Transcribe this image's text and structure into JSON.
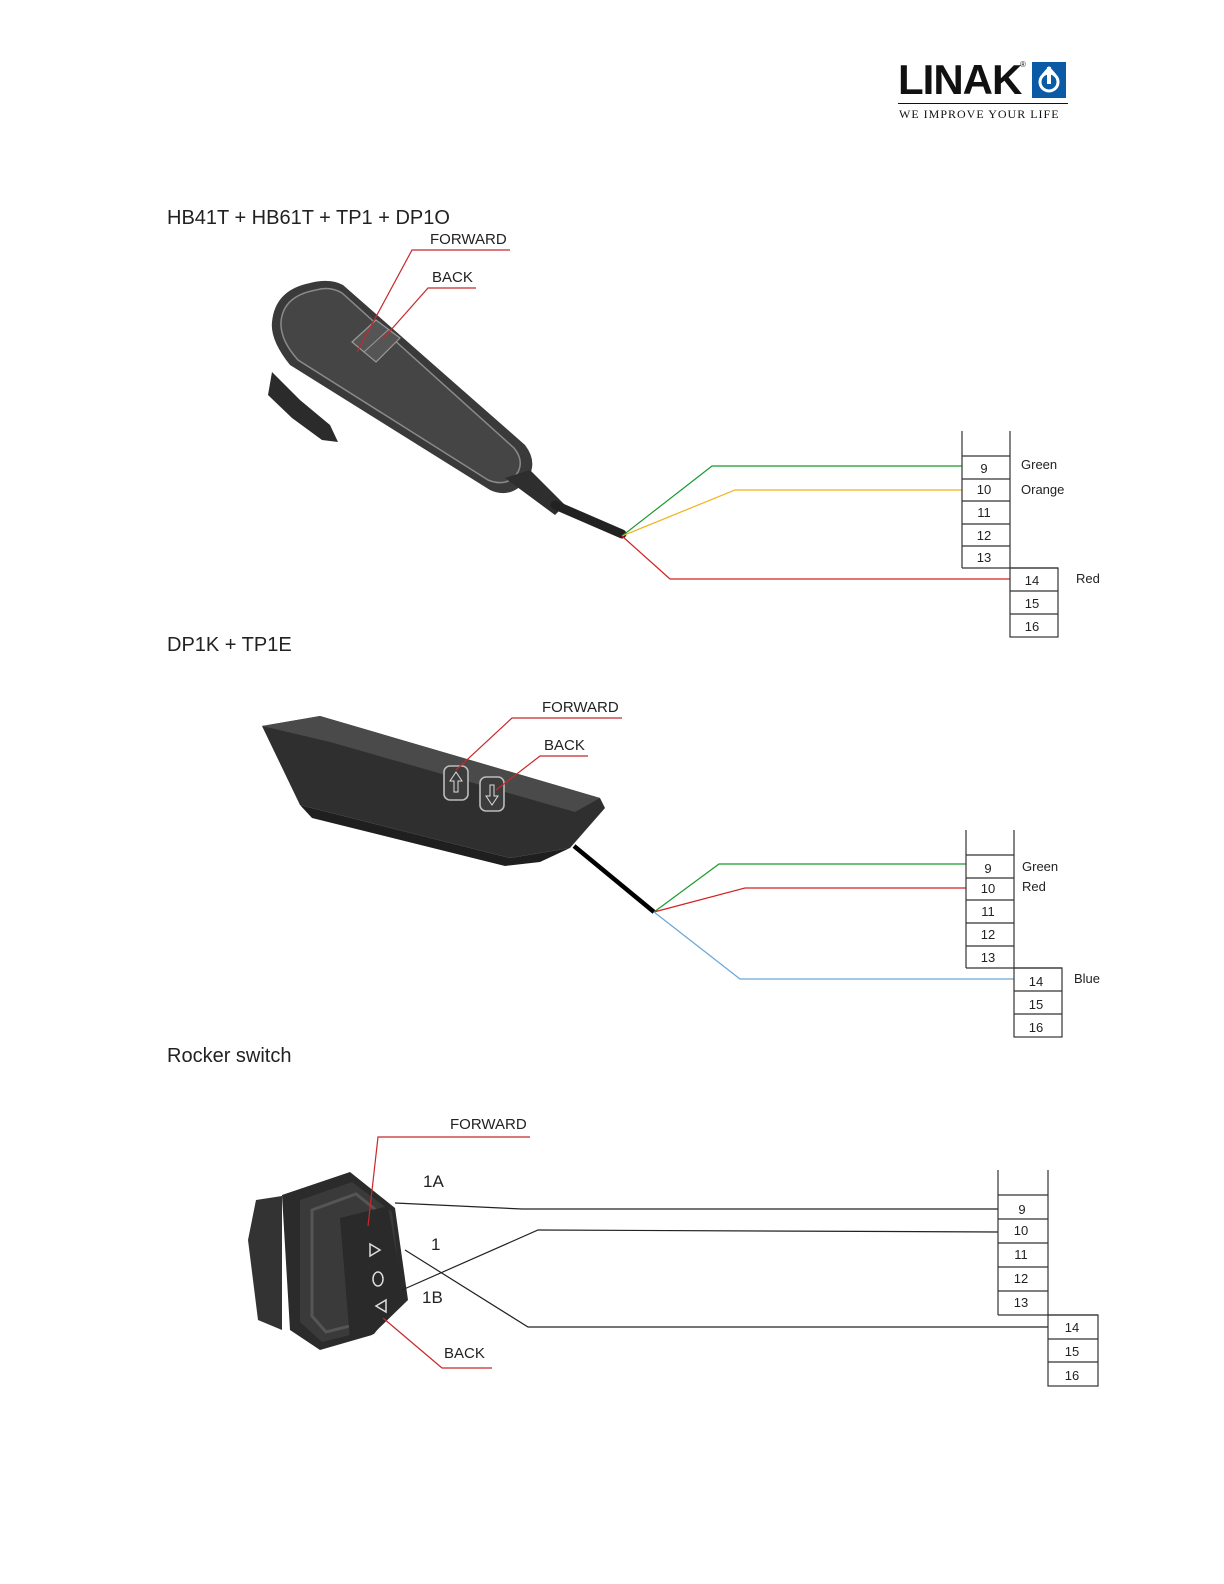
{
  "logo": {
    "brand": "LINAK",
    "registered": "®",
    "tagline": "WE IMPROVE YOUR LIFE",
    "color": "#0a5aa6"
  },
  "sections": [
    {
      "title": "HB41T + HB61T + TP1 + DP1O",
      "labels": {
        "forward": "FORWARD",
        "back": "BACK"
      },
      "terminals_upper": [
        "9",
        "10",
        "11",
        "12",
        "13"
      ],
      "terminals_lower": [
        "14",
        "15",
        "16"
      ],
      "wires": [
        {
          "name": "Green",
          "color": "#1a9a2e",
          "terminal": "9"
        },
        {
          "name": "Orange",
          "color": "#f2b21c",
          "terminal": "10"
        },
        {
          "name": "Red",
          "color": "#d42020",
          "terminal": "14"
        }
      ]
    },
    {
      "title": "DP1K + TP1E",
      "labels": {
        "forward": "FORWARD",
        "back": "BACK"
      },
      "terminals_upper": [
        "9",
        "10",
        "11",
        "12",
        "13"
      ],
      "terminals_lower": [
        "14",
        "15",
        "16"
      ],
      "wires": [
        {
          "name": "Green",
          "color": "#1a9a2e",
          "terminal": "9"
        },
        {
          "name": "Red",
          "color": "#d42020",
          "terminal": "10"
        },
        {
          "name": "Blue",
          "color": "#6aa6d8",
          "terminal": "14"
        }
      ]
    },
    {
      "title": "Rocker switch",
      "labels": {
        "forward": "FORWARD",
        "back": "BACK"
      },
      "pins": [
        "1A",
        "1",
        "1B"
      ],
      "terminals_upper": [
        "9",
        "10",
        "11",
        "12",
        "13"
      ],
      "terminals_lower": [
        "14",
        "15",
        "16"
      ]
    }
  ],
  "callout_color": "#c8282a"
}
